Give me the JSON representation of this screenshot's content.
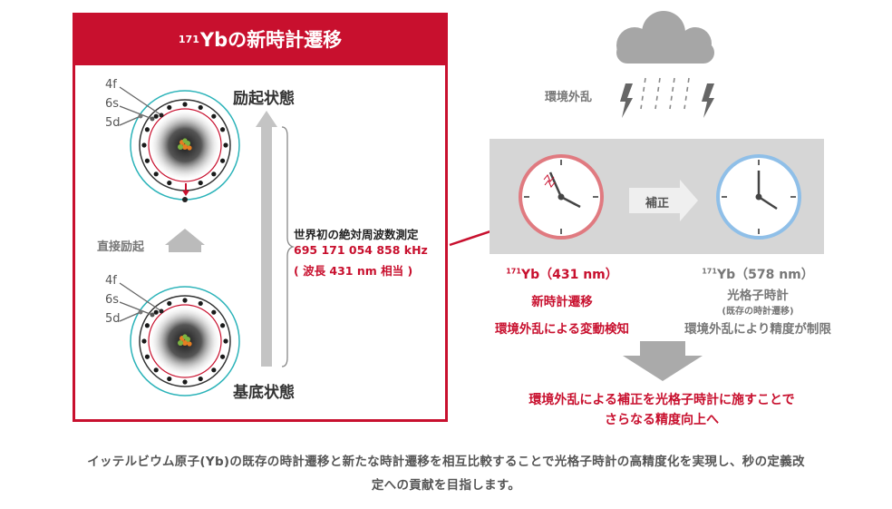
{
  "panel": {
    "title_sup": "171",
    "title_main": "Ybの新時計遷移"
  },
  "atom": {
    "label_4f": "4f",
    "label_6s": "6s",
    "label_5d": "5d"
  },
  "states": {
    "excited": "励起状態",
    "ground": "基底状態",
    "direct_excitation": "直接励起"
  },
  "measurement": {
    "title": "世界初の絶対周波数測定",
    "frequency": "695 171 054 858 kHz",
    "wavelength": "( 波長 431 nm 相当 )"
  },
  "environment": {
    "label": "環境外乱",
    "correction_label": "補正"
  },
  "left_clock": {
    "sup": "171",
    "name": "Yb（431 nm）",
    "line2": "新時計遷移",
    "line3": "環境外乱による変動検知"
  },
  "right_clock": {
    "sup": "171",
    "name": "Yb（578 nm）",
    "line2": "光格子時計",
    "line3": "(既存の時計遷移)",
    "line4": "環境外乱により精度が制限"
  },
  "conclusion": {
    "line1": "環境外乱による補正を光格子時計に施すことで",
    "line2": "さらなる精度向上へ"
  },
  "caption": {
    "line1": "イッテルビウム原子(Yb)の既存の時計遷移と新たな時計遷移を相互比較することで光格子時計の高精度化を実現し、秒の定義改",
    "line2": "定への貢献を目指します。"
  },
  "colors": {
    "accent_red": "#c8102e",
    "teal": "#2bb3b9",
    "clock_red": "#e07a80",
    "clock_blue": "#8fbfe8",
    "gray_box": "#d6d6d6"
  }
}
